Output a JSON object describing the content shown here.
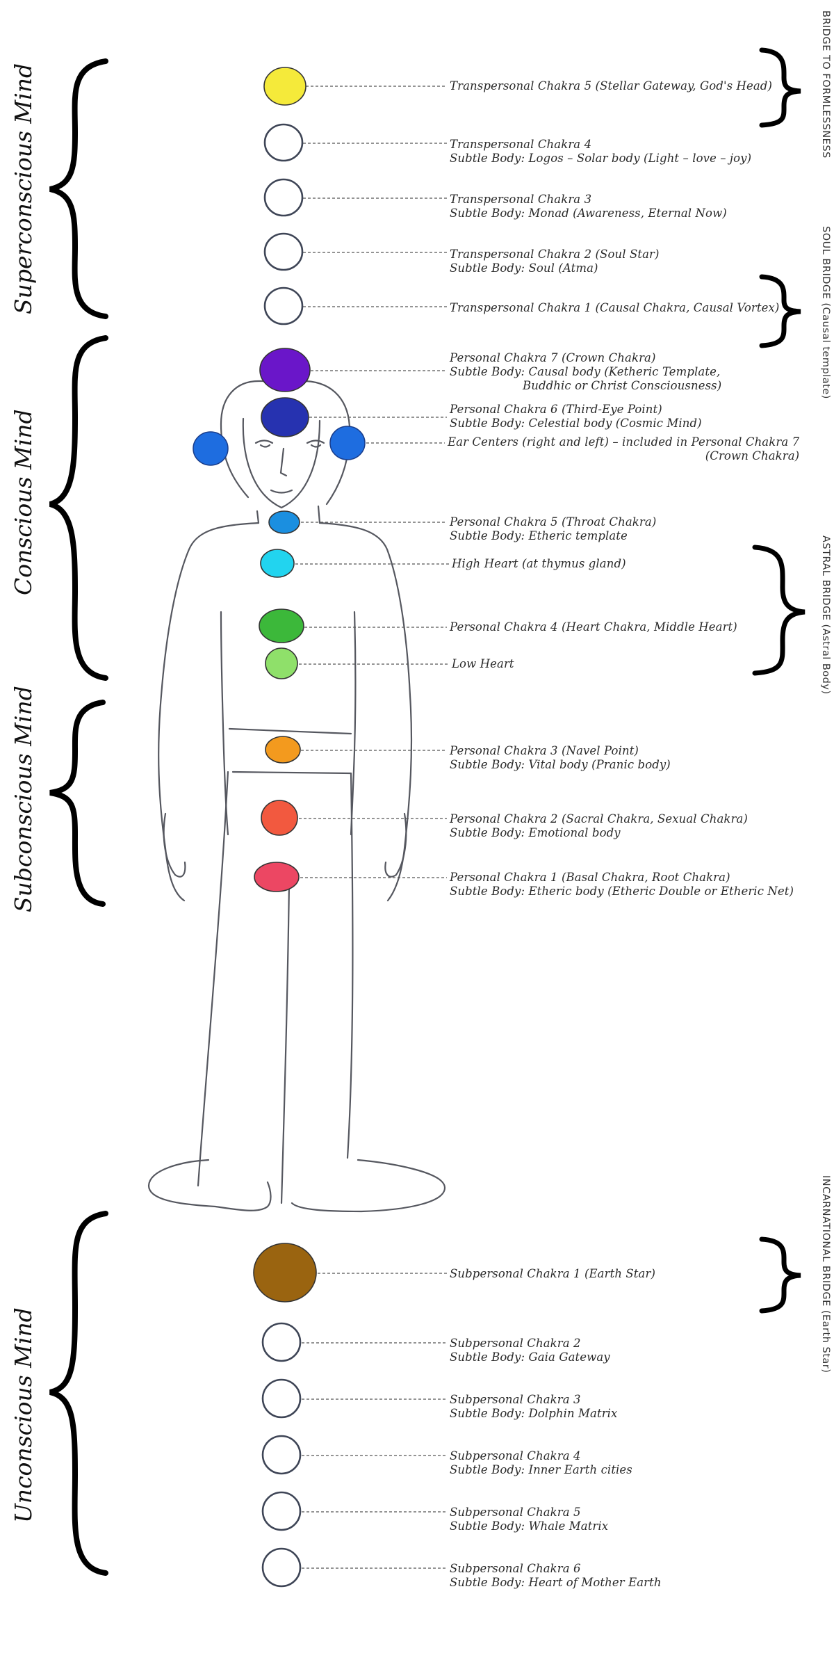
{
  "mind_levels": [
    {
      "label": "Superconscious Mind"
    },
    {
      "label": "Conscious Mind"
    },
    {
      "label": "Subconscious Mind"
    },
    {
      "label": "Unconscious Mind"
    }
  ],
  "bridges": [
    {
      "label": "BRIDGE TO FORMLESSNESS"
    },
    {
      "label": "SOUL BRIDGE (Causal template)"
    },
    {
      "label": "ASTRAL BRIDGE (Astral Body)"
    },
    {
      "label": "INCARNATIONAL BRIDGE (Earth Star)"
    }
  ],
  "chakras": [
    {
      "line1": "Transpersonal Chakra 5 (Stellar Gateway, God's Head)",
      "color": "#f5ea3a"
    },
    {
      "line1": "Transpersonal Chakra 4",
      "line2": "Subtle Body: Logos – Solar body (Light – love – joy)",
      "color": "none"
    },
    {
      "line1": "Transpersonal Chakra 3",
      "line2": "Subtle Body: Monad (Awareness, Eternal Now)",
      "color": "none"
    },
    {
      "line1": "Transpersonal Chakra 2 (Soul Star)",
      "line2": "Subtle Body: Soul (Atma)",
      "color": "none"
    },
    {
      "line1": "Transpersonal Chakra 1 (Causal Chakra, Causal Vortex)",
      "color": "none"
    },
    {
      "line1": "Personal Chakra 7 (Crown Chakra)",
      "line2": "Subtle Body: Causal body (Ketheric Template,",
      "line3": "Buddhic or Christ Consciousness)",
      "color": "#6a16c9"
    },
    {
      "line1": "Personal Chakra 6 (Third-Eye Point)",
      "line2": "Subtle Body: Celestial body (Cosmic Mind)",
      "color": "#2632b0"
    },
    {
      "line1": "Ear Centers (right and left) – included in Personal Chakra 7",
      "line2": "(Crown Chakra)",
      "color": "#1e6de0"
    },
    {
      "line1": "Personal Chakra 5 (Throat Chakra)",
      "line2": "Subtle Body: Etheric template",
      "color": "#1b8fe0"
    },
    {
      "line1": "High Heart (at thymus gland)",
      "color": "#22d4ef"
    },
    {
      "line1": "Personal Chakra 4 (Heart Chakra, Middle Heart)",
      "color": "#3cb83a"
    },
    {
      "line1": "Low Heart",
      "color": "#8fe06a"
    },
    {
      "line1": "Personal Chakra 3 (Navel Point)",
      "line2": "Subtle Body: Vital body (Pranic body)",
      "color": "#f39a1e"
    },
    {
      "line1": "Personal Chakra 2 (Sacral Chakra, Sexual Chakra)",
      "line2": "Subtle Body: Emotional body",
      "color": "#f2593f"
    },
    {
      "line1": "Personal Chakra 1 (Basal Chakra, Root Chakra)",
      "line2": "Subtle Body: Etheric body (Etheric Double or Etheric Net)",
      "color": "#ec4763"
    },
    {
      "line1": "Subpersonal Chakra 1 (Earth Star)",
      "color": "#9a6410"
    },
    {
      "line1": "Subpersonal Chakra 2",
      "line2": "Subtle Body: Gaia Gateway",
      "color": "none"
    },
    {
      "line1": "Subpersonal Chakra 3",
      "line2": "Subtle Body: Dolphin Matrix",
      "color": "none"
    },
    {
      "line1": "Subpersonal Chakra 4",
      "line2": "Subtle Body: Inner Earth cities",
      "color": "none"
    },
    {
      "line1": "Subpersonal Chakra 5",
      "line2": "Subtle Body: Whale Matrix",
      "color": "none"
    },
    {
      "line1": "Subpersonal Chakra 6",
      "line2": "Subtle Body: Heart of Mother Earth",
      "color": "none"
    }
  ]
}
